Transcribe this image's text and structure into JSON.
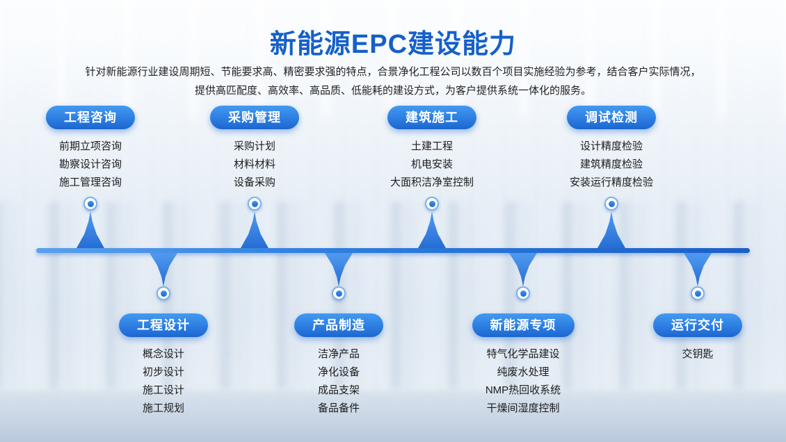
{
  "slide": {
    "title": "新能源EPC建设能力",
    "subtitle": [
      "针对新能源行业建设周期短、节能要求高、精密要求强的特点，合景净化工程公司以数百个项目实施经验为参考，结合客户实际情况，",
      "提供高匹配度、高效率、高品质、低能耗的建设方式，为客户提供系统一体化的服务。"
    ]
  },
  "colors": {
    "title_blue": "#1560c8",
    "pill_gradient_start": "#429af2",
    "pill_gradient_end": "#1b66d2",
    "timeline_blue": "#2f7fe0",
    "body_text": "#222222"
  },
  "timeline": {
    "top": [
      {
        "label": "工程咨询",
        "items": [
          "前期立项咨询",
          "勘察设计咨询",
          "施工管理咨询"
        ]
      },
      {
        "label": "采购管理",
        "items": [
          "采购计划",
          "材料材料",
          "设备采购"
        ]
      },
      {
        "label": "建筑施工",
        "items": [
          "土建工程",
          "机电安装",
          "大面积洁净室控制"
        ]
      },
      {
        "label": "调试检测",
        "items": [
          "设计精度检验",
          "建筑精度检验",
          "安装运行精度检验"
        ]
      }
    ],
    "bottom": [
      {
        "label": "工程设计",
        "items": [
          "概念设计",
          "初步设计",
          "施工设计",
          "施工规划"
        ]
      },
      {
        "label": "产品制造",
        "items": [
          "洁净产品",
          "净化设备",
          "成品支架",
          "备品备件"
        ]
      },
      {
        "label": "新能源专项",
        "items": [
          "特气化学品建设",
          "纯废水处理",
          "NMP热回收系统",
          "干燥间湿度控制"
        ]
      },
      {
        "label": "运行交付",
        "items": [
          "交钥匙"
        ]
      }
    ]
  }
}
